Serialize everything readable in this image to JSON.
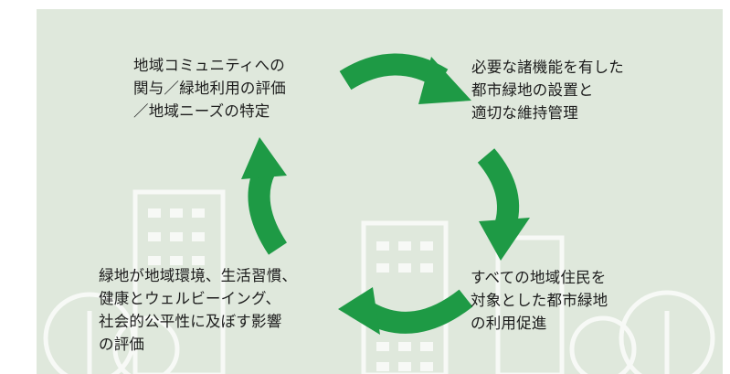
{
  "cycle": {
    "steps": [
      {
        "text": "地域コミュニティへの\n関与／緑地利用の評価\n／地域ニーズの特定"
      },
      {
        "text": "必要な諸機能を有した\n都市緑地の設置と\n適切な維持管理"
      },
      {
        "text": "すべての地域住民を\n対象とした都市緑地\nの利用促進"
      },
      {
        "text": "緑地が地域環境、生活習慣、\n健康とウェルビーイング、\n社会的公平性に及ぼす影響\nの評価"
      }
    ],
    "arrow_color": "#1e9a45",
    "background_color": "#dfe8dc",
    "illustration_color": "#ffffff"
  }
}
